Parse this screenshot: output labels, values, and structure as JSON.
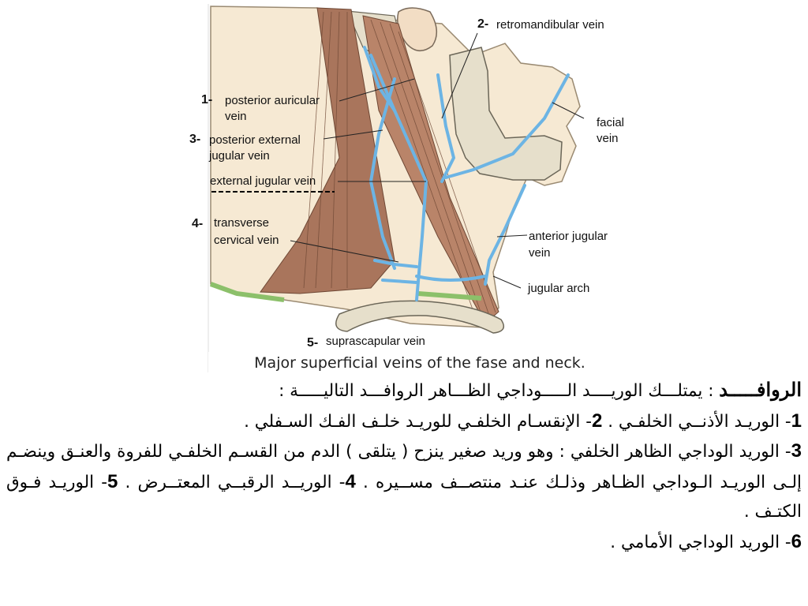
{
  "figure": {
    "caption": "Major superficial veins of the fase and neck.",
    "labels": {
      "n1": "1-",
      "posterior_auricular_1": "posterior auricular",
      "posterior_auricular_2": "vein",
      "n2": "2-",
      "retromandibular": "retromandibular vein",
      "n3": "3-",
      "posterior_external_1": "posterior external",
      "posterior_external_2": "jugular vein",
      "external_jugular": "external jugular vein",
      "n4": "4-",
      "transverse_1": "transverse",
      "transverse_2": "cervical vein",
      "n5": "5-",
      "suprascapular": "suprascapular vein",
      "facial_1": "facial",
      "facial_2": "vein",
      "anterior_jugular_1": "anterior jugular",
      "anterior_jugular_2": "vein",
      "jugular_arch": "jugular arch"
    },
    "colors": {
      "vein": "#6cb4e4",
      "muscle": "#a9755c",
      "bone": "#e6dfcb",
      "skin": "#f6e9d3",
      "cut_edge": "#8cc06a"
    }
  },
  "text": {
    "l1_title": "الروافـــــد",
    "l1_rest": " : يمتلـــك الوريــــد الـــــوداجي الظـــاهر الروافـــد التاليـــــة :",
    "l2_n1": "1",
    "l2_a": "- الوريـد الأذنــي الخلفـي . ",
    "l2_n2": "2",
    "l2_b": "- الإنقسـام الخلفـي للوريـد خلـف الفـك السـفلي .",
    "l3_n3": "3",
    "l3_a": "- الوريد الوداجي الظاهر الخلفي : وهو وريد صغير ينزح ( يتلقى ) الدم من القسـم الخلفـي للفروة والعنـق وينضـم إلـى الوريـد الـوداجي الظـاهر وذلـك عنـد منتصــف مســيره . ",
    "l3_n4": "4",
    "l3_b": "- الوريــد الرقبــي المعتــرض . ",
    "l3_n5": "5",
    "l3_c": "- الوريـد فـوق الكتـف .",
    "l4_n6": "6",
    "l4_a": "- الوريد الوداجي الأمامي ."
  }
}
